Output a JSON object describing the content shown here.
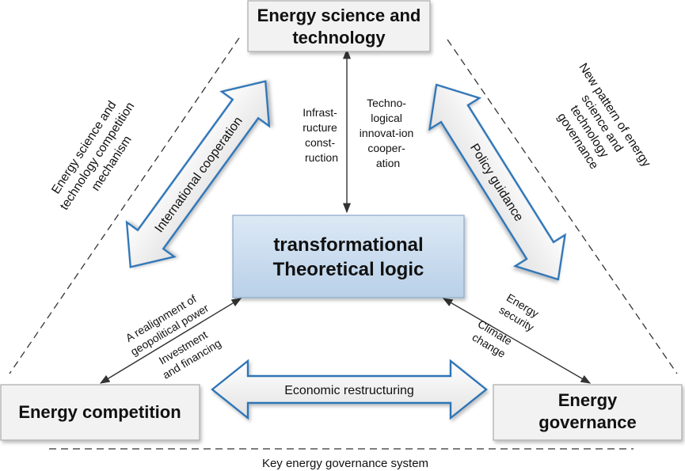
{
  "nodes": {
    "top": {
      "line1": "Energy science and",
      "line2": "technology"
    },
    "center": {
      "line1": "transformational",
      "line2": "Theoretical logic"
    },
    "left": {
      "label": "Energy competition"
    },
    "right": {
      "line1": "Energy",
      "line2": "governance"
    }
  },
  "arrows": {
    "top_left": "International cooperation",
    "top_right": "Policy guidance",
    "bottom": "Economic restructuring"
  },
  "labels": {
    "infra": [
      "Infrast-",
      "ructure",
      "const-",
      "ruction"
    ],
    "techno": [
      "Techno-",
      "logical",
      "innovat-ion",
      "cooper-",
      "ation"
    ],
    "realign": [
      "A realignment of",
      "geopolitical power"
    ],
    "invest": [
      "Investment",
      "and financing"
    ],
    "security": [
      "Energy",
      "security"
    ],
    "climate": [
      "Climate",
      "change"
    ],
    "left_side": [
      "Energy science and",
      "technology competition",
      "mechanism"
    ],
    "right_side": [
      "New pattern of energy",
      "science and",
      "technology",
      "governance"
    ],
    "bottom_caption": "Key energy governance system"
  },
  "colors": {
    "box_fill": "#f2f2f2",
    "center_fill_top": "#dce9f5",
    "center_fill_bottom": "#b9d0e8",
    "arrow_stroke": "#2e75b6",
    "line": "#333333"
  }
}
